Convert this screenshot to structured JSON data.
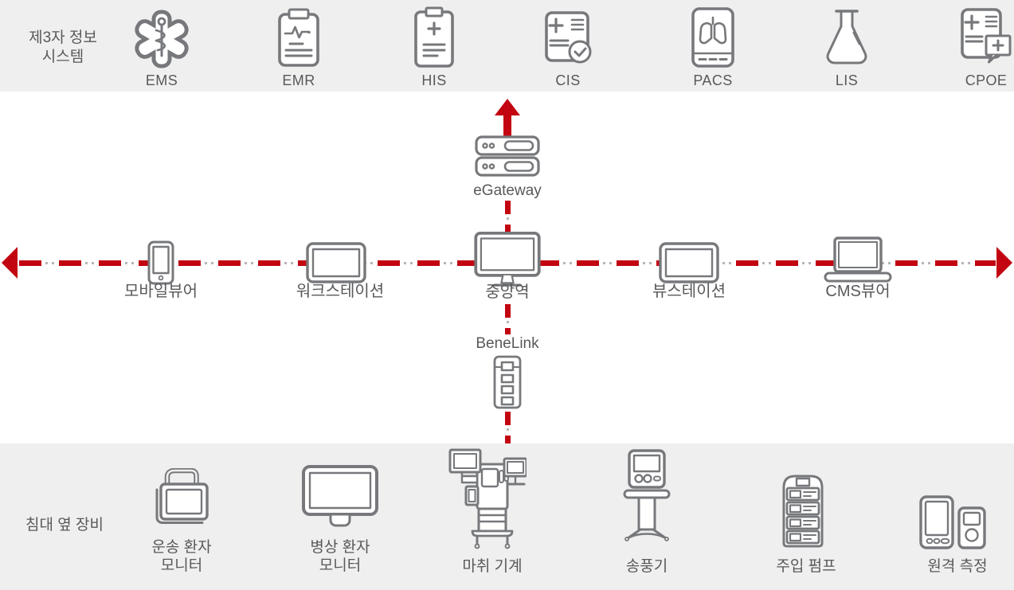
{
  "colors": {
    "line_red": "#c20511",
    "band_background": "#efefef",
    "icon_stroke": "#77787b",
    "text_gray": "#58595b",
    "dot_gray": "#b6b6b6"
  },
  "top_band": {
    "caption_line1": "제3자 정보",
    "caption_line2": "시스템",
    "systems": [
      {
        "label": "EMS",
        "icon": "star-of-life"
      },
      {
        "label": "EMR",
        "icon": "clipboard-ecg"
      },
      {
        "label": "HIS",
        "icon": "clipboard-plus"
      },
      {
        "label": "CIS",
        "icon": "document-check"
      },
      {
        "label": "PACS",
        "icon": "lungs-tablet"
      },
      {
        "label": "LIS",
        "icon": "lab-flask"
      },
      {
        "label": "CPOE",
        "icon": "document-order-bubble"
      }
    ]
  },
  "network": {
    "gateway_label": "eGateway",
    "benelink_label": "BeneLink",
    "stations": [
      {
        "label": "모바일뷰어",
        "icon": "smartphone"
      },
      {
        "label": "워크스테이션",
        "icon": "tablet"
      },
      {
        "label": "중앙역",
        "icon": "desktop-monitor"
      },
      {
        "label": "뷰스테이션",
        "icon": "tablet"
      },
      {
        "label": "CMS뷰어",
        "icon": "laptop"
      }
    ]
  },
  "bottom_band": {
    "caption": "침대 옆 장비",
    "devices": [
      {
        "label_line1": "운송 환자",
        "label_line2": "모니터",
        "icon": "transport-monitor"
      },
      {
        "label_line1": "병상 환자",
        "label_line2": "모니터",
        "icon": "bedside-monitor"
      },
      {
        "label": "마취 기계",
        "icon": "anesthesia-machine"
      },
      {
        "label": "송풍기",
        "icon": "ventilator"
      },
      {
        "label": "주입 펌프",
        "icon": "infusion-pump"
      },
      {
        "label": "원격 측정",
        "icon": "telemetry-devices"
      }
    ]
  }
}
